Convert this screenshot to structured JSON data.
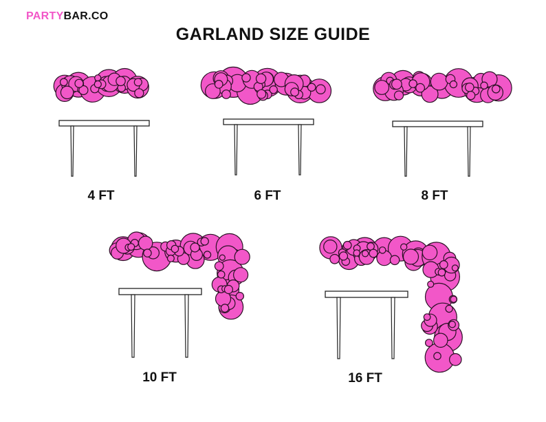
{
  "brand": {
    "part1": "PARTY",
    "part2": "BAR.CO"
  },
  "title": "GARLAND SIZE GUIDE",
  "colors": {
    "balloon": "#f257c8",
    "outline": "#2a1024",
    "brand_pink": "#f257c8",
    "table_fill": "#ffffff"
  },
  "sizes": [
    {
      "label": "4 FT"
    },
    {
      "label": "6 FT"
    },
    {
      "label": "8 FT"
    },
    {
      "label": "10 FT"
    },
    {
      "label": "16 FT"
    }
  ]
}
